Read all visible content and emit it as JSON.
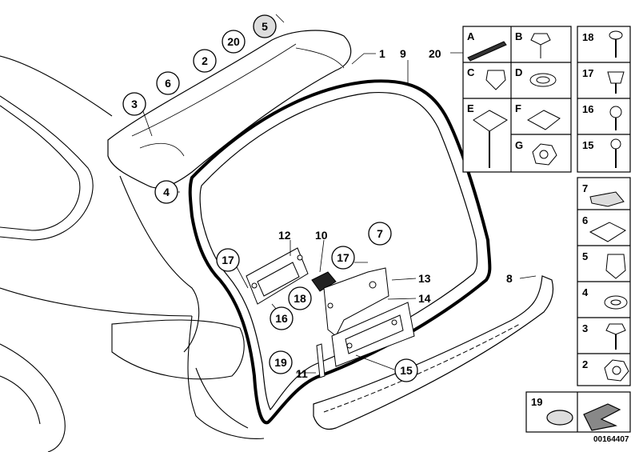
{
  "diagram_id": "00164407",
  "callouts": {
    "c1": "1",
    "c9": "9",
    "c20": "20",
    "c3": "3",
    "c6": "6",
    "c2": "2",
    "c20b": "20",
    "c5": "5",
    "c4": "4",
    "c12": "12",
    "c10": "10",
    "c7": "7",
    "c17a": "17",
    "c17b": "17",
    "c13": "13",
    "c14": "14",
    "c18": "18",
    "c16": "16",
    "c19": "19",
    "c11": "11",
    "c15": "15",
    "c8": "8"
  },
  "parts_grid": {
    "A": "A",
    "B": "B",
    "C": "C",
    "D": "D",
    "E": "E",
    "F": "F",
    "G": "G"
  },
  "parts_column": [
    "18",
    "17",
    "16",
    "15",
    "7",
    "6",
    "5",
    "4",
    "3",
    "2"
  ],
  "bottom_panel": {
    "label": "19"
  }
}
